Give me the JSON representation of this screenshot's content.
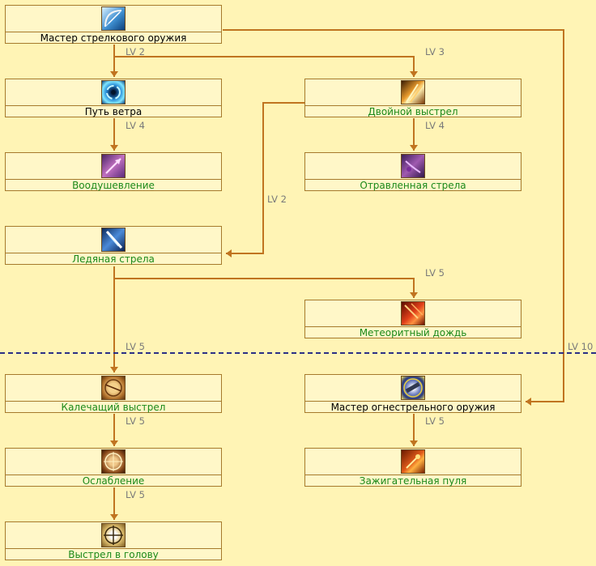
{
  "colors": {
    "background": "#fff4b5",
    "box_fill": "#fff7c8",
    "box_border": "#a67a2c",
    "connector": "#c07420",
    "divider": "#2c2f86",
    "level_text": "#7a7a7a",
    "locked_text": "#1b8a1b",
    "unlocked_text": "#000000"
  },
  "skills": [
    {
      "id": "marksman",
      "label": "Мастер стрелкового оружия",
      "icon": "bow-icon",
      "state": "unlocked"
    },
    {
      "id": "wind",
      "label": "Путь ветра",
      "icon": "wind-vortex-icon",
      "state": "unlocked"
    },
    {
      "id": "double",
      "label": "Двойной выстрел",
      "icon": "double-shot-icon",
      "state": "locked"
    },
    {
      "id": "inspire",
      "label": "Воодушевление",
      "icon": "inspiration-arrow-icon",
      "state": "locked"
    },
    {
      "id": "poison",
      "label": "Отравленная стрела",
      "icon": "poison-arrow-icon",
      "state": "locked"
    },
    {
      "id": "ice",
      "label": "Ледяная стрела",
      "icon": "ice-arrow-icon",
      "state": "locked"
    },
    {
      "id": "meteor",
      "label": "Метеоритный дождь",
      "icon": "meteor-rain-icon",
      "state": "locked"
    },
    {
      "id": "cripple",
      "label": "Калечащий выстрел",
      "icon": "crippling-shot-icon",
      "state": "locked"
    },
    {
      "id": "gun",
      "label": "Мастер огнестрельного оружия",
      "icon": "firearm-icon",
      "state": "unlocked"
    },
    {
      "id": "weaken",
      "label": "Ослабление",
      "icon": "weaken-target-icon",
      "state": "locked"
    },
    {
      "id": "incendiary",
      "label": "Зажигательная пуля",
      "icon": "incendiary-bullet-icon",
      "state": "locked"
    },
    {
      "id": "headshot",
      "label": "Выстрел в голову",
      "icon": "headshot-icon",
      "state": "locked"
    }
  ],
  "requirements": [
    {
      "from": "marksman",
      "to": "wind",
      "level": "LV 2"
    },
    {
      "from": "marksman",
      "to": "double",
      "level": "LV 3"
    },
    {
      "from": "wind",
      "to": "inspire",
      "level": "LV 4"
    },
    {
      "from": "double",
      "to": "poison",
      "level": "LV 4"
    },
    {
      "from": "double",
      "to": "ice",
      "level": "LV 2"
    },
    {
      "from": "ice",
      "to": "meteor",
      "level": "LV 5"
    },
    {
      "from": "ice",
      "to": "cripple",
      "level": "LV 5"
    },
    {
      "from": "marksman",
      "to": "gun",
      "level": "LV 10"
    },
    {
      "from": "cripple",
      "to": "weaken",
      "level": "LV 5"
    },
    {
      "from": "gun",
      "to": "incendiary",
      "level": "LV 5"
    },
    {
      "from": "weaken",
      "to": "headshot",
      "level": "LV 5"
    }
  ]
}
